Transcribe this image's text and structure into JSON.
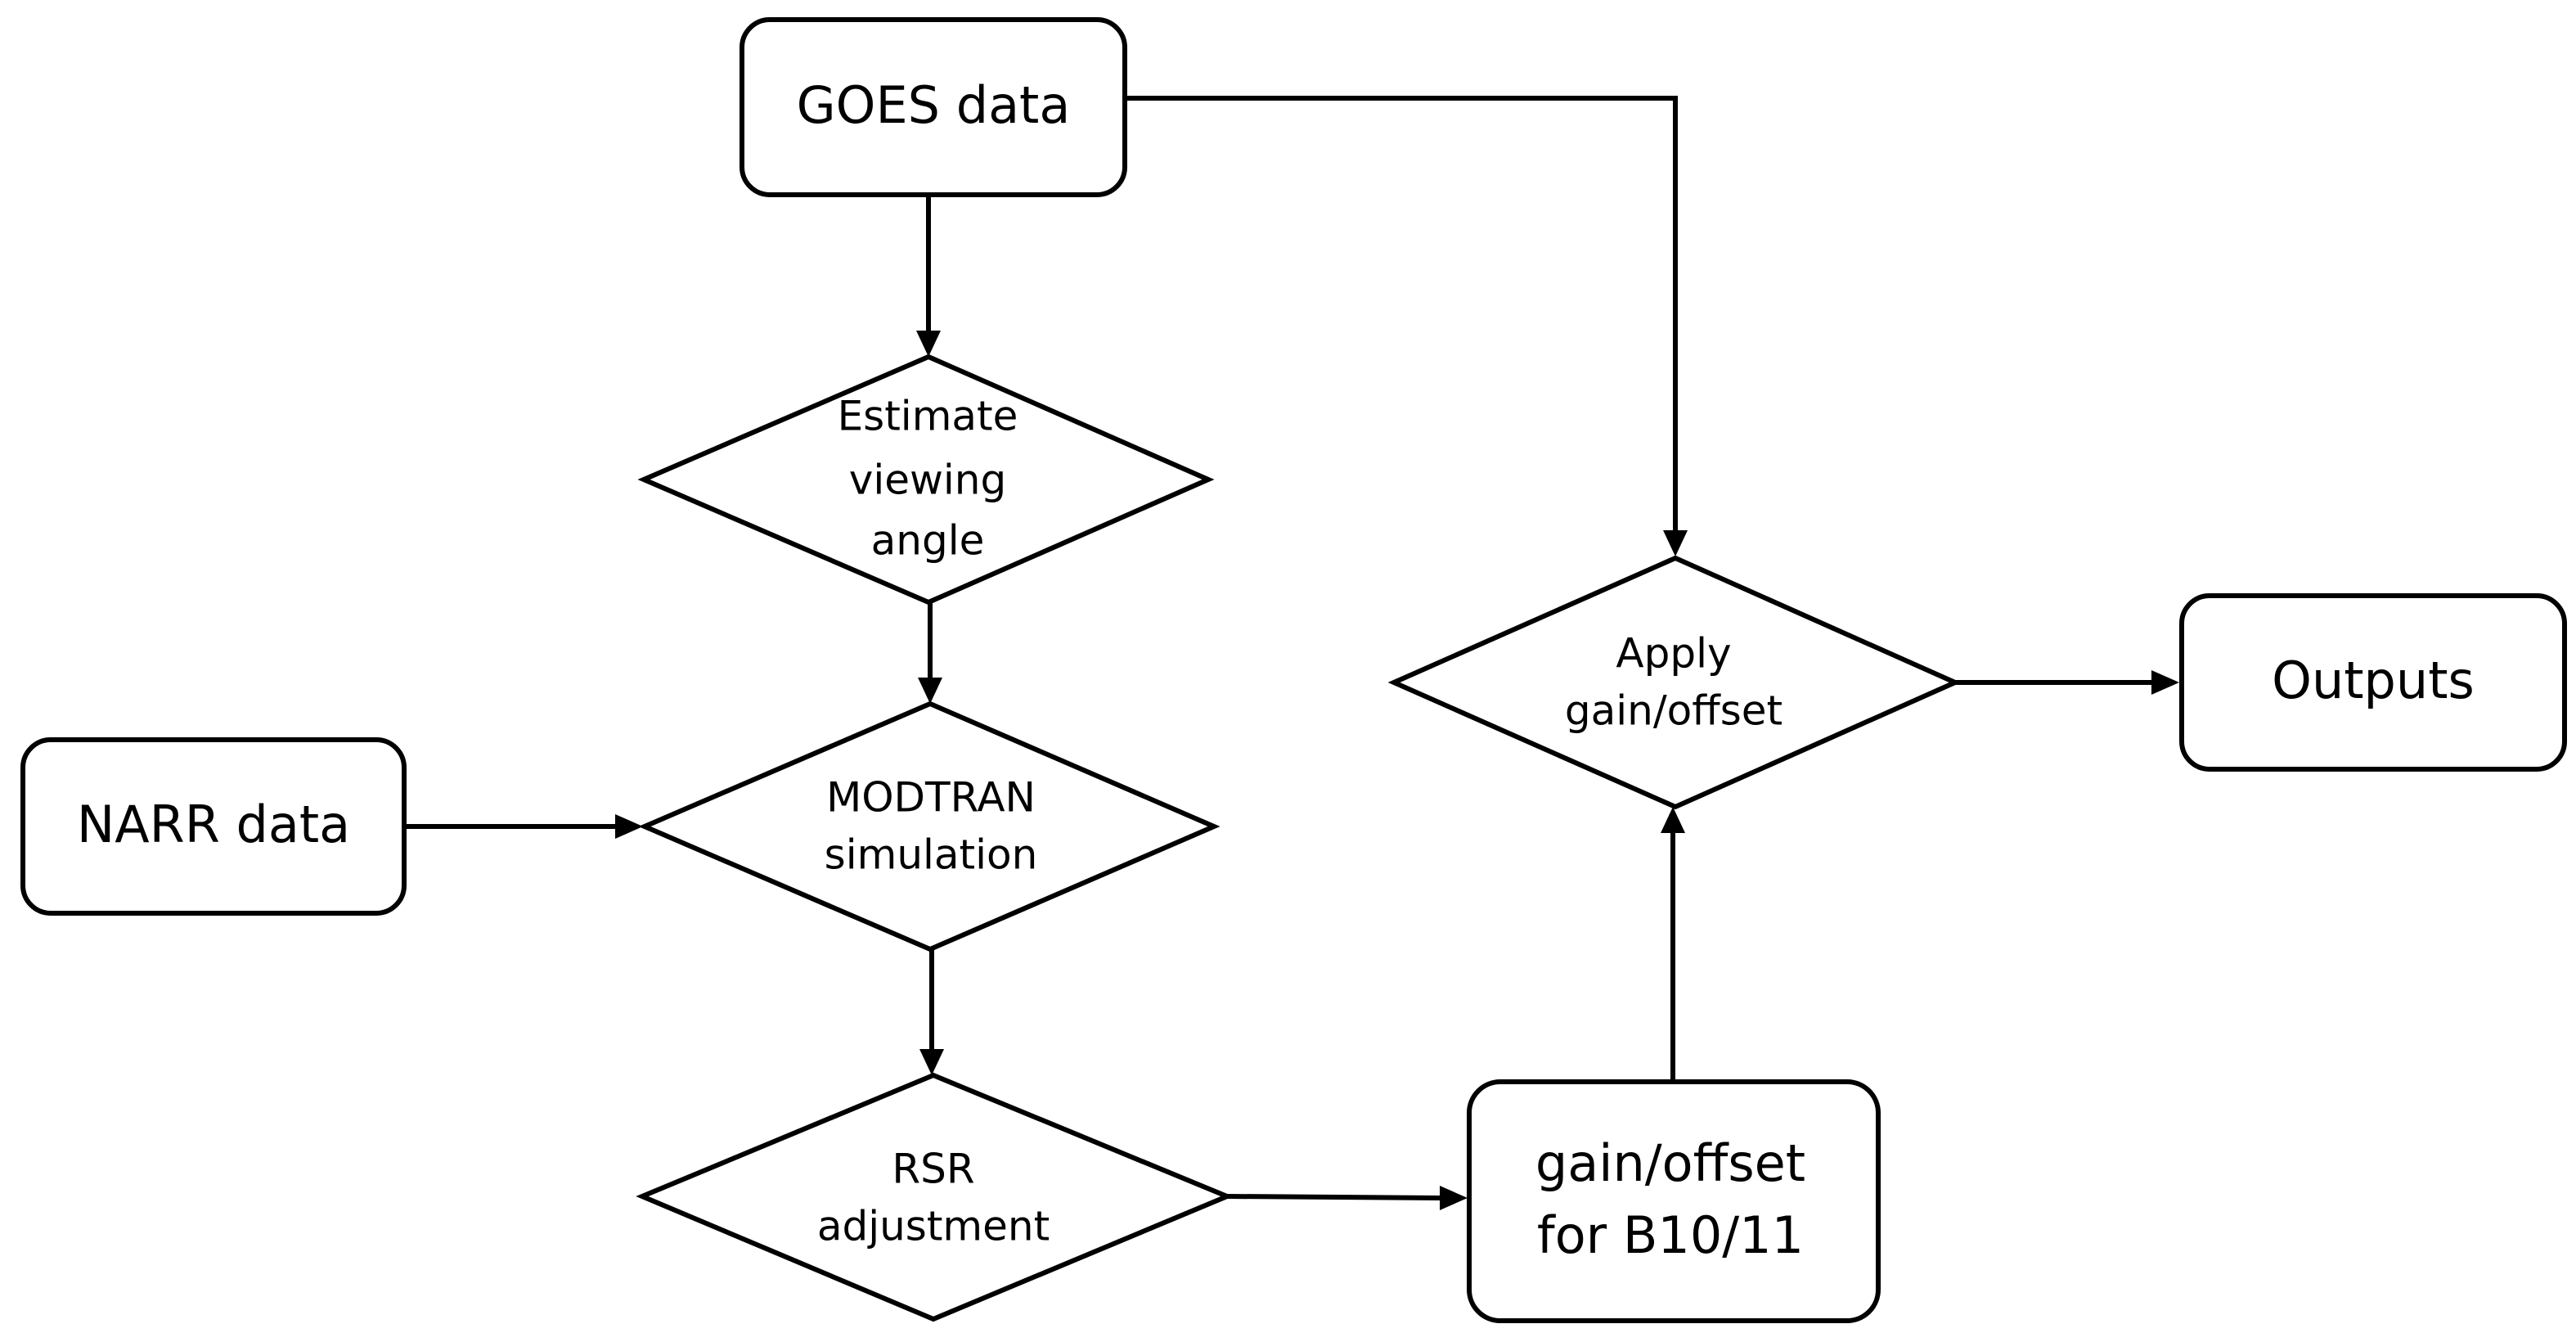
{
  "nodes": {
    "goes_data": {
      "label": "GOES data"
    },
    "narr_data": {
      "label": "NARR data"
    },
    "estimate_viewing_angle": {
      "lines": [
        "Estimate",
        "viewing",
        "angle"
      ]
    },
    "modtran_simulation": {
      "lines": [
        "MODTRAN",
        "simulation"
      ]
    },
    "rsr_adjustment": {
      "lines": [
        "RSR",
        "adjustment"
      ]
    },
    "gain_offset_b10_11": {
      "lines": [
        "gain/offset",
        "for B10/11"
      ]
    },
    "apply_gain_offset": {
      "lines": [
        "Apply",
        "gain/offset"
      ]
    },
    "outputs": {
      "label": "Outputs"
    }
  },
  "edges": [
    {
      "from": "goes_data",
      "to": "estimate_viewing_angle"
    },
    {
      "from": "goes_data",
      "to": "apply_gain_offset"
    },
    {
      "from": "estimate_viewing_angle",
      "to": "modtran_simulation"
    },
    {
      "from": "narr_data",
      "to": "modtran_simulation"
    },
    {
      "from": "modtran_simulation",
      "to": "rsr_adjustment"
    },
    {
      "from": "rsr_adjustment",
      "to": "gain_offset_b10_11"
    },
    {
      "from": "gain_offset_b10_11",
      "to": "apply_gain_offset"
    },
    {
      "from": "apply_gain_offset",
      "to": "outputs"
    }
  ],
  "colors": {
    "stroke": "#000000",
    "fill": "#ffffff",
    "background": "#ffffff"
  }
}
